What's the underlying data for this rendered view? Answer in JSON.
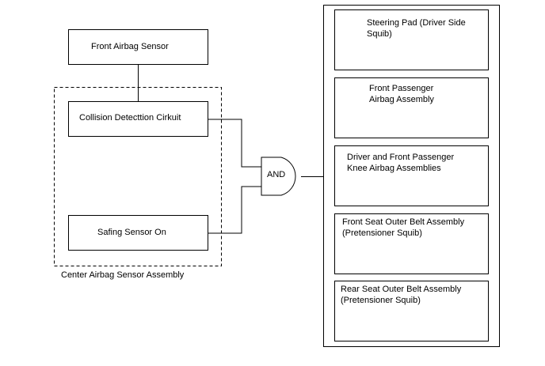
{
  "front_airbag_sensor": "Front Airbag Sensor",
  "center_assembly": {
    "label": "Center Airbag Sensor Assembly",
    "collision_circuit": "Collision Detecttion Cirkuit",
    "safing_sensor": "Safing Sensor On"
  },
  "gate": {
    "label": "AND"
  },
  "outputs": [
    "Steering Pad (Driver Side\nSquib)",
    "Front Passenger\nAirbag Assembly",
    "Driver and Front Passenger\nKnee Airbag Assemblies",
    "Front Seat Outer Belt Assembly\n(Pretensioner Squib)",
    "Rear Seat Outer Belt Assembly\n(Pretensioner Squib)"
  ]
}
